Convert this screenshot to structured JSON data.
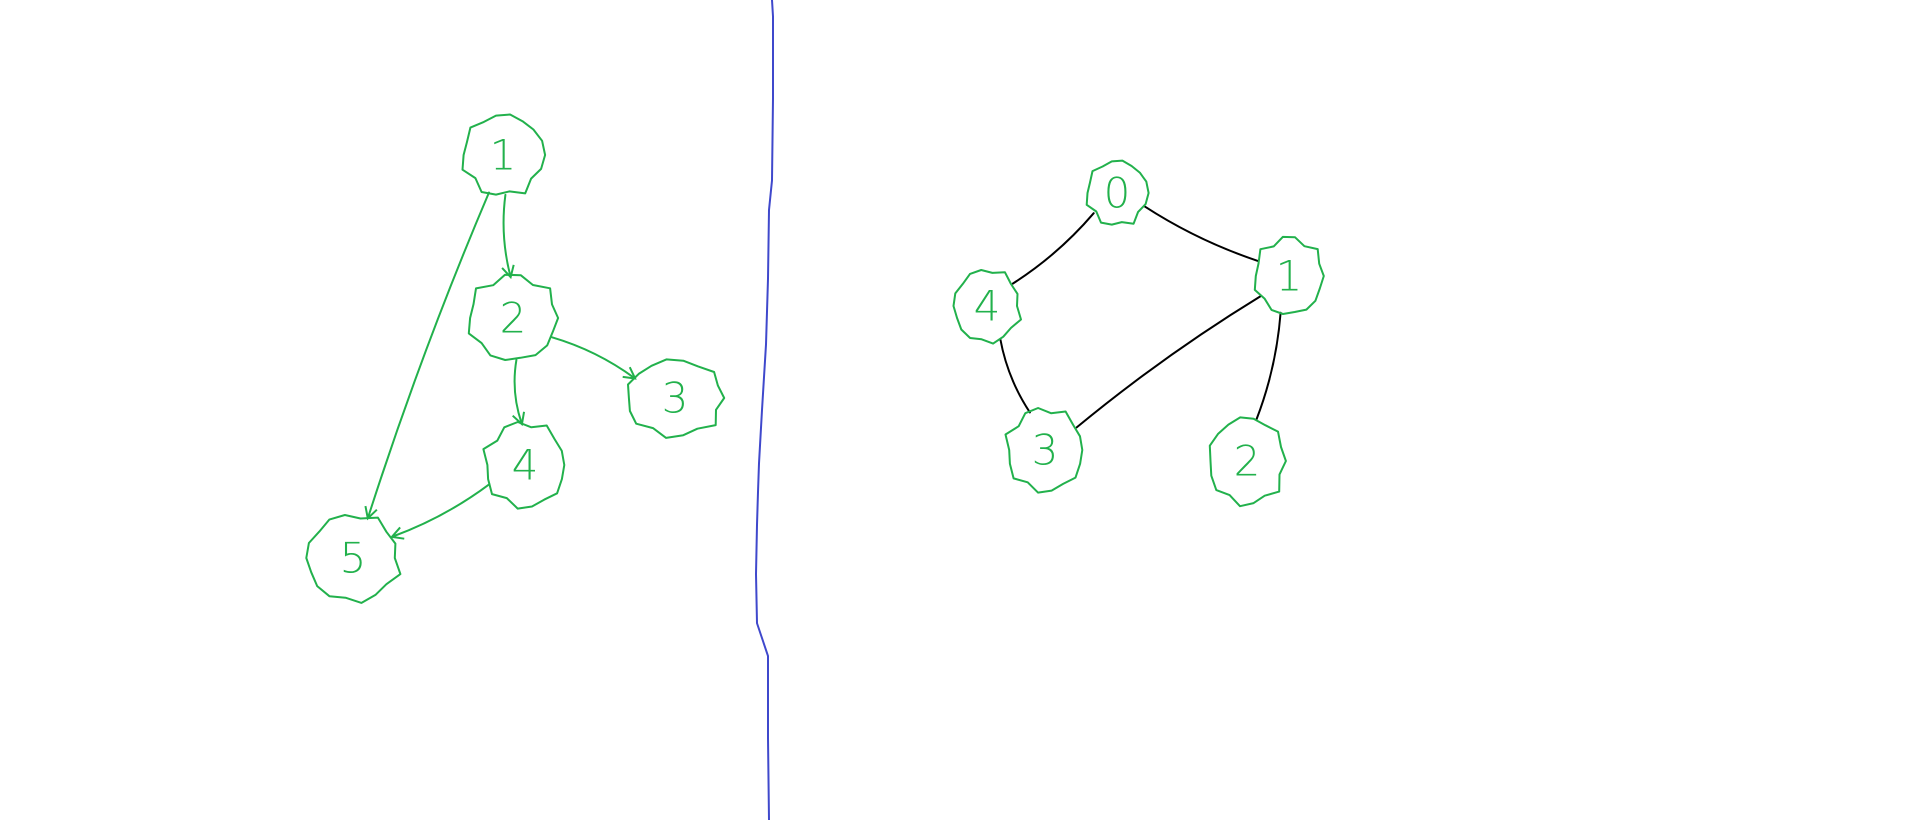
{
  "colors": {
    "node": "#22b14c",
    "directed_edge": "#22b14c",
    "undirected_edge": "#000000",
    "divider": "#3f48cc",
    "background": "#ffffff"
  },
  "directed_graph": {
    "nodes": [
      {
        "id": "1",
        "label": "1"
      },
      {
        "id": "2",
        "label": "2"
      },
      {
        "id": "3",
        "label": "3"
      },
      {
        "id": "4",
        "label": "4"
      },
      {
        "id": "5",
        "label": "5"
      }
    ],
    "edges": [
      {
        "from": "1",
        "to": "2"
      },
      {
        "from": "2",
        "to": "3"
      },
      {
        "from": "2",
        "to": "4"
      },
      {
        "from": "4",
        "to": "5"
      },
      {
        "from": "1",
        "to": "5"
      }
    ]
  },
  "undirected_graph": {
    "nodes": [
      {
        "id": "0",
        "label": "0"
      },
      {
        "id": "1",
        "label": "1"
      },
      {
        "id": "2",
        "label": "2"
      },
      {
        "id": "3",
        "label": "3"
      },
      {
        "id": "4",
        "label": "4"
      }
    ],
    "edges": [
      {
        "from": "0",
        "to": "1"
      },
      {
        "from": "0",
        "to": "4"
      },
      {
        "from": "1",
        "to": "3"
      },
      {
        "from": "1",
        "to": "2"
      },
      {
        "from": "4",
        "to": "3"
      }
    ]
  }
}
